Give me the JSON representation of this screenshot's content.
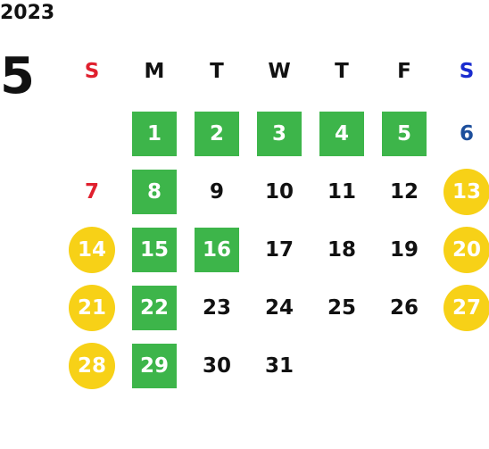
{
  "year": "2023",
  "month": "5",
  "colors": {
    "sunday_header": "#e0202e",
    "saturday_header": "#1a2ccf",
    "workday_highlight": "#3db54a",
    "holiday_circle": "#f7d117",
    "sunday_text": "#e0202e",
    "saturday_text": "#1d4f9c"
  },
  "weekdays": [
    "S",
    "M",
    "T",
    "W",
    "T",
    "F",
    "S"
  ],
  "weeks": [
    [
      {
        "day": "",
        "style": "empty"
      },
      {
        "day": "1",
        "style": "green"
      },
      {
        "day": "2",
        "style": "green"
      },
      {
        "day": "3",
        "style": "green"
      },
      {
        "day": "4",
        "style": "green"
      },
      {
        "day": "5",
        "style": "green"
      },
      {
        "day": "6",
        "style": "blue-text"
      }
    ],
    [
      {
        "day": "7",
        "style": "red-text"
      },
      {
        "day": "8",
        "style": "green"
      },
      {
        "day": "9",
        "style": "plain"
      },
      {
        "day": "10",
        "style": "plain"
      },
      {
        "day": "11",
        "style": "plain"
      },
      {
        "day": "12",
        "style": "plain"
      },
      {
        "day": "13",
        "style": "yellow"
      }
    ],
    [
      {
        "day": "14",
        "style": "yellow"
      },
      {
        "day": "15",
        "style": "green"
      },
      {
        "day": "16",
        "style": "green"
      },
      {
        "day": "17",
        "style": "plain"
      },
      {
        "day": "18",
        "style": "plain"
      },
      {
        "day": "19",
        "style": "plain"
      },
      {
        "day": "20",
        "style": "yellow"
      }
    ],
    [
      {
        "day": "21",
        "style": "yellow"
      },
      {
        "day": "22",
        "style": "green"
      },
      {
        "day": "23",
        "style": "plain"
      },
      {
        "day": "24",
        "style": "plain"
      },
      {
        "day": "25",
        "style": "plain"
      },
      {
        "day": "26",
        "style": "plain"
      },
      {
        "day": "27",
        "style": "yellow"
      }
    ],
    [
      {
        "day": "28",
        "style": "yellow"
      },
      {
        "day": "29",
        "style": "green"
      },
      {
        "day": "30",
        "style": "plain"
      },
      {
        "day": "31",
        "style": "plain"
      },
      {
        "day": "",
        "style": "empty"
      },
      {
        "day": "",
        "style": "empty"
      },
      {
        "day": "",
        "style": "empty"
      }
    ]
  ]
}
